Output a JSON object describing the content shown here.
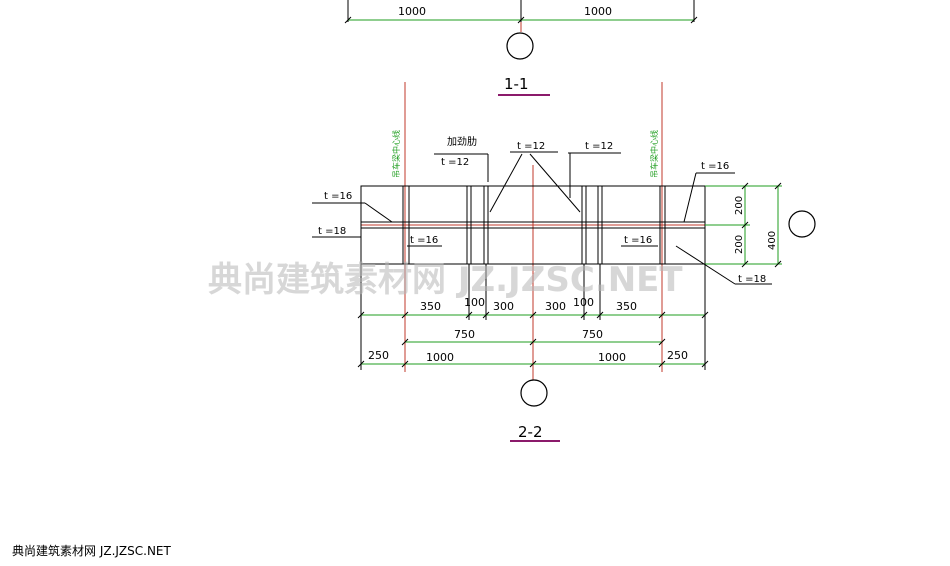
{
  "section_top": {
    "dims": [
      "1000",
      "1000"
    ],
    "title": "1-1"
  },
  "section_main": {
    "title": "2-2",
    "center_line_label_left": "吊车梁中心线",
    "center_line_label_right": "吊车梁中心线",
    "stiffener_label": "加劲肋",
    "plates": {
      "t12_left": "t =12",
      "t12_mid": "t =12",
      "t12_right": "t =12",
      "t16_top_left": "t =16",
      "t18_left": "t =18",
      "t16_inner_left": "t =16",
      "t16_inner_right": "t =16",
      "t16_top_right": "t =16",
      "t18_right": "t =18"
    },
    "dims_row1": [
      "350",
      "100",
      "300",
      "300",
      "100",
      "350"
    ],
    "dims_row2": [
      "750",
      "750"
    ],
    "dims_row3": [
      "250",
      "1000",
      "1000",
      "250"
    ],
    "dims_right": [
      "200",
      "200",
      "400"
    ]
  },
  "watermark": {
    "center": "典尚建筑素材网 JZ.JZSC.NET",
    "corner": "典尚建筑素材网 JZ.JZSC.NET"
  }
}
